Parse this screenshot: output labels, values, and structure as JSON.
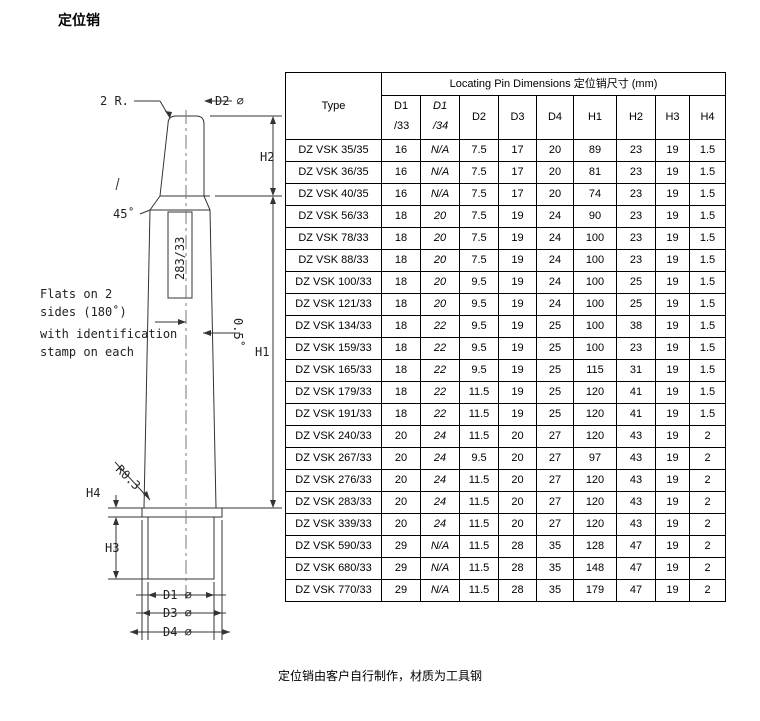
{
  "title": "定位销",
  "drawing": {
    "labels": {
      "radius": "2 R.",
      "d2": "D2 ⌀",
      "h2": "H2",
      "angle": "45˚",
      "size": "283/33",
      "flats_1": "Flats on 2",
      "flats_2": "sides (180˚)",
      "flats_3": "with identification",
      "flats_4": "stamp on each",
      "taper": "0.5˚",
      "h1": "H1",
      "r03": "R0.3",
      "h4": "H4",
      "h3": "H3",
      "d1": "D1  ⌀",
      "d3": "D3  ⌀",
      "d4": "D4  ⌀"
    }
  },
  "table": {
    "group_header": "Locating Pin Dimensions  定位销尺寸  (mm)",
    "type_header": "Type",
    "col_d1_a": "D1",
    "col_d1_b": "/33",
    "col_d1x_a": "D1",
    "col_d1x_b": "/34",
    "cols": [
      "D2",
      "D3",
      "D4",
      "H1",
      "H2",
      "H3",
      "H4"
    ],
    "rows": [
      [
        "DZ VSK 35/35",
        "16",
        "N/A",
        "7.5",
        "17",
        "20",
        "89",
        "23",
        "19",
        "1.5"
      ],
      [
        "DZ VSK 36/35",
        "16",
        "N/A",
        "7.5",
        "17",
        "20",
        "81",
        "23",
        "19",
        "1.5"
      ],
      [
        "DZ VSK 40/35",
        "16",
        "N/A",
        "7.5",
        "17",
        "20",
        "74",
        "23",
        "19",
        "1.5"
      ],
      [
        "DZ VSK 56/33",
        "18",
        "20",
        "7.5",
        "19",
        "24",
        "90",
        "23",
        "19",
        "1.5"
      ],
      [
        "DZ VSK 78/33",
        "18",
        "20",
        "7.5",
        "19",
        "24",
        "100",
        "23",
        "19",
        "1.5"
      ],
      [
        "DZ VSK 88/33",
        "18",
        "20",
        "7.5",
        "19",
        "24",
        "100",
        "23",
        "19",
        "1.5"
      ],
      [
        "DZ VSK 100/33",
        "18",
        "20",
        "9.5",
        "19",
        "24",
        "100",
        "25",
        "19",
        "1.5"
      ],
      [
        "DZ VSK 121/33",
        "18",
        "20",
        "9.5",
        "19",
        "24",
        "100",
        "25",
        "19",
        "1.5"
      ],
      [
        "DZ VSK 134/33",
        "18",
        "22",
        "9.5",
        "19",
        "25",
        "100",
        "38",
        "19",
        "1.5"
      ],
      [
        "DZ VSK 159/33",
        "18",
        "22",
        "9.5",
        "19",
        "25",
        "100",
        "23",
        "19",
        "1.5"
      ],
      [
        "DZ VSK 165/33",
        "18",
        "22",
        "9.5",
        "19",
        "25",
        "115",
        "31",
        "19",
        "1.5"
      ],
      [
        "DZ VSK 179/33",
        "18",
        "22",
        "11.5",
        "19",
        "25",
        "120",
        "41",
        "19",
        "1.5"
      ],
      [
        "DZ VSK 191/33",
        "18",
        "22",
        "11.5",
        "19",
        "25",
        "120",
        "41",
        "19",
        "1.5"
      ],
      [
        "DZ VSK 240/33",
        "20",
        "24",
        "11.5",
        "20",
        "27",
        "120",
        "43",
        "19",
        "2"
      ],
      [
        "DZ VSK 267/33",
        "20",
        "24",
        "9.5",
        "20",
        "27",
        "97",
        "43",
        "19",
        "2"
      ],
      [
        "DZ VSK 276/33",
        "20",
        "24",
        "11.5",
        "20",
        "27",
        "120",
        "43",
        "19",
        "2"
      ],
      [
        "DZ VSK 283/33",
        "20",
        "24",
        "11.5",
        "20",
        "27",
        "120",
        "43",
        "19",
        "2"
      ],
      [
        "DZ VSK 339/33",
        "20",
        "24",
        "11.5",
        "20",
        "27",
        "120",
        "43",
        "19",
        "2"
      ],
      [
        "DZ VSK 590/33",
        "29",
        "N/A",
        "11.5",
        "28",
        "35",
        "128",
        "47",
        "19",
        "2"
      ],
      [
        "DZ VSK 680/33",
        "29",
        "N/A",
        "11.5",
        "28",
        "35",
        "148",
        "47",
        "19",
        "2"
      ],
      [
        "DZ VSK 770/33",
        "29",
        "N/A",
        "11.5",
        "28",
        "35",
        "179",
        "47",
        "19",
        "2"
      ]
    ]
  },
  "footnote": "定位销由客户自行制作，材质为工具钢"
}
